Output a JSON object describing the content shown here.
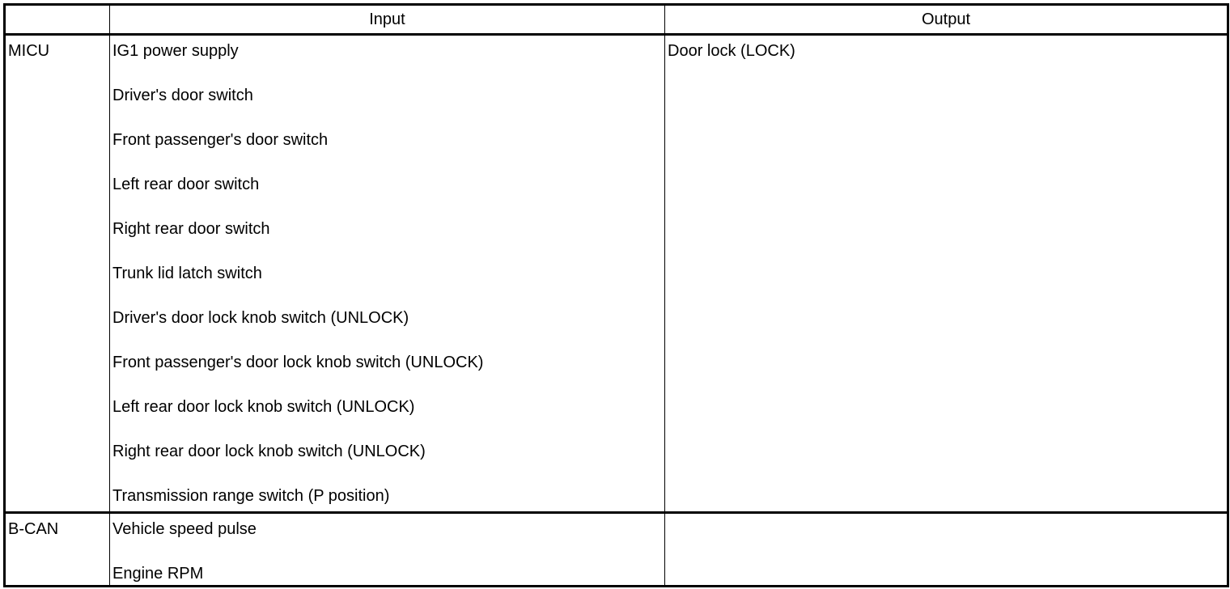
{
  "table": {
    "headers": {
      "corner": "",
      "input": "Input",
      "output": "Output"
    },
    "rows": [
      {
        "source": "MICU",
        "inputs": [
          "IG1 power supply",
          "Driver's door switch",
          "Front passenger's door switch",
          "Left rear door switch",
          "Right rear door switch",
          "Trunk lid latch switch",
          "Driver's door lock knob switch (UNLOCK)",
          "Front passenger's door lock knob switch (UNLOCK)",
          "Left rear door lock knob switch (UNLOCK)",
          "Right rear door lock knob switch (UNLOCK)",
          "Transmission range switch (P position)"
        ],
        "outputs": [
          "Door lock (LOCK)"
        ]
      },
      {
        "source": "B-CAN",
        "inputs": [
          "Vehicle speed pulse",
          "Engine RPM"
        ],
        "outputs": []
      }
    ]
  }
}
